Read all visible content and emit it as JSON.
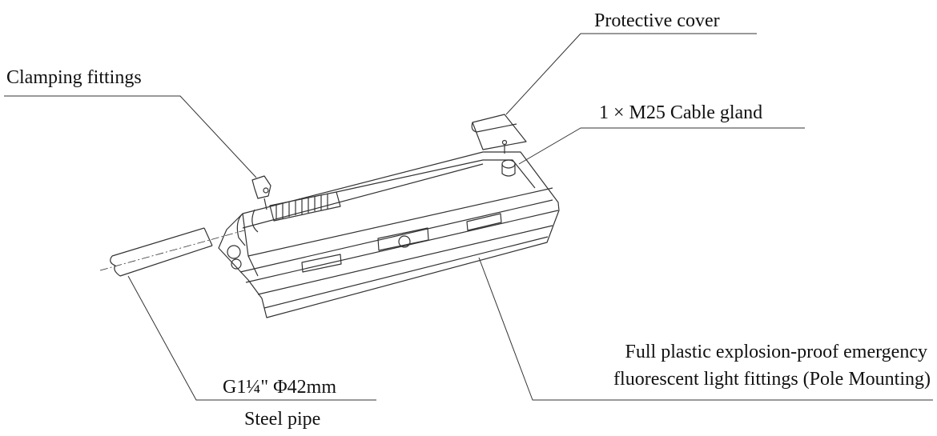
{
  "labels": {
    "protective_cover": "Protective cover",
    "clamping_fittings": "Clamping fittings",
    "cable_gland": "1 × M25 Cable gland",
    "pipe_spec": "G1¼\" Φ42mm",
    "steel_pipe": "Steel pipe",
    "product_line1": "Full plastic explosion-proof emergency",
    "product_line2": "fluorescent light fittings (Pole Mounting)"
  },
  "colors": {
    "line": "#333333",
    "text": "#111111"
  }
}
